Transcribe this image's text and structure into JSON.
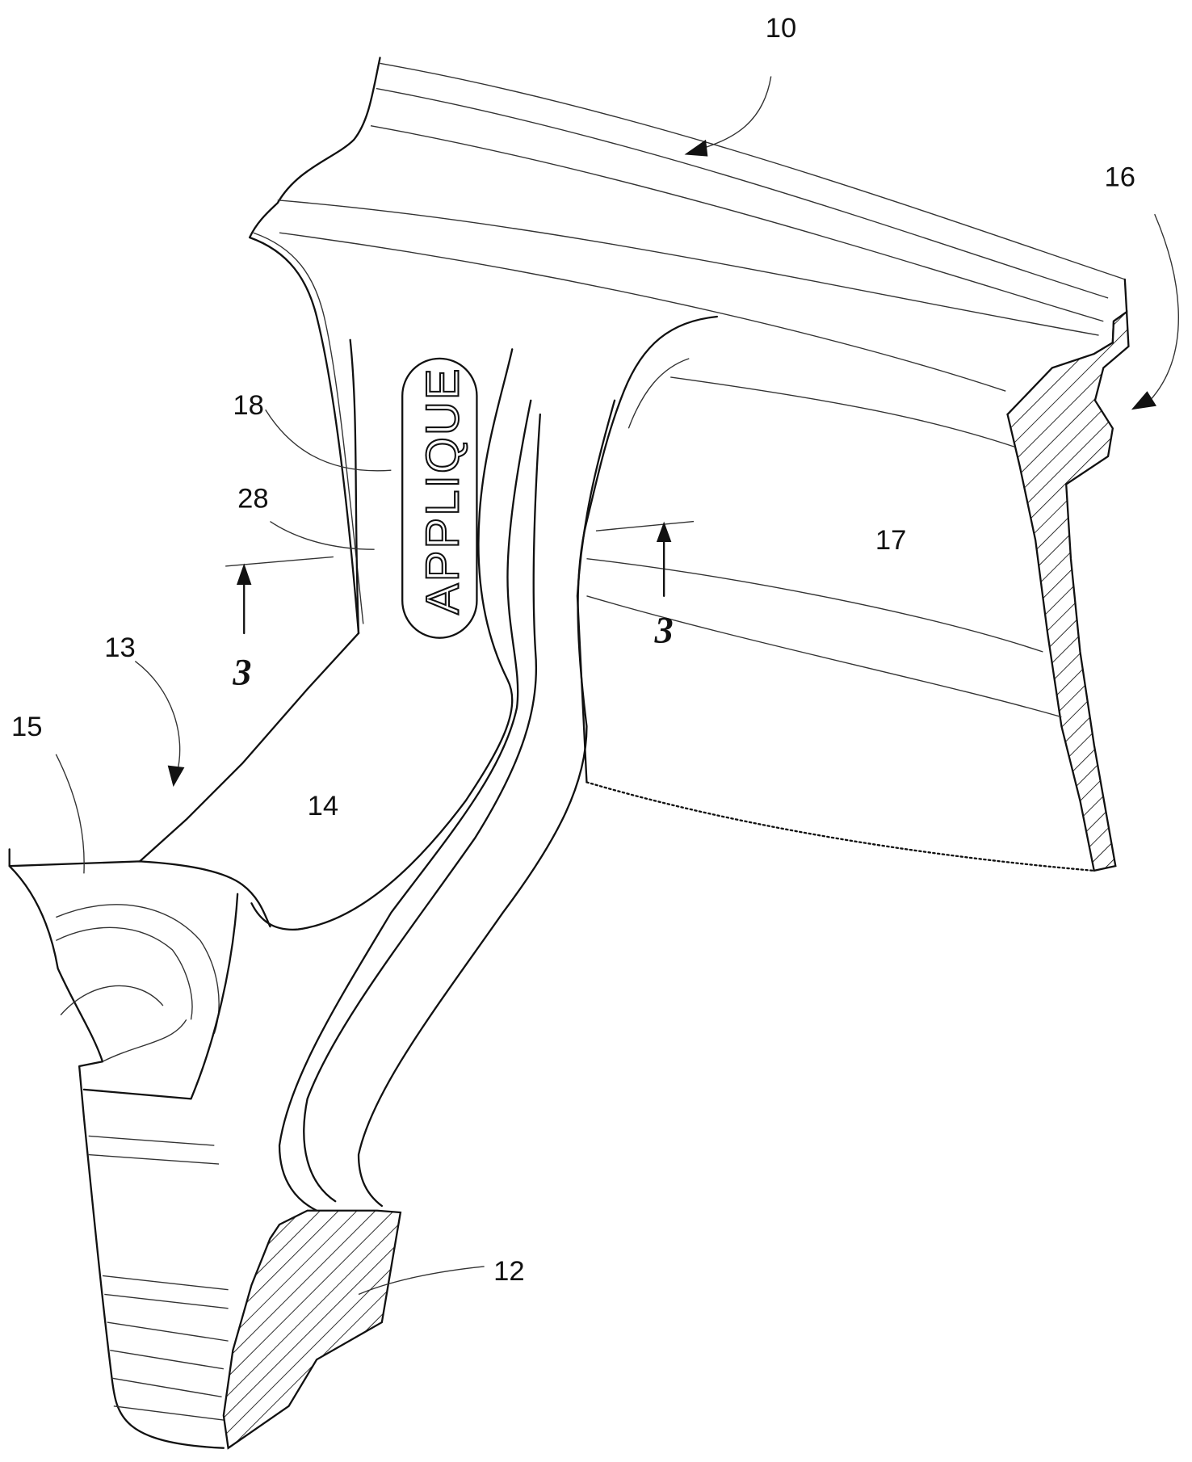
{
  "figure": {
    "reference_numerals": {
      "n10": "10",
      "n12": "12",
      "n13": "13",
      "n14": "14",
      "n15": "15",
      "n16": "16",
      "n17": "17",
      "n18": "18",
      "n28": "28"
    },
    "section_marks": {
      "left": "3",
      "right": "3"
    },
    "applique_text": "APPLIQUE"
  }
}
